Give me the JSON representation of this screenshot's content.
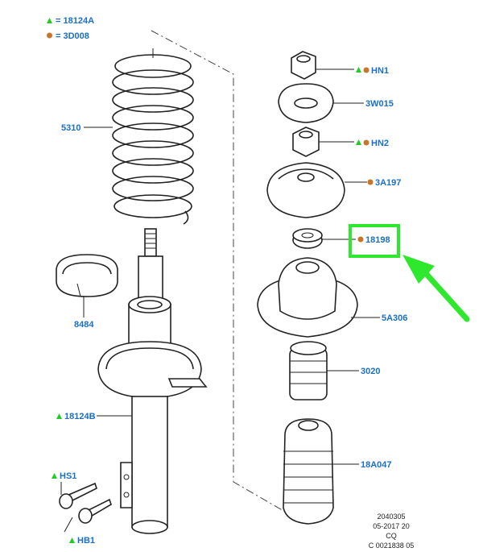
{
  "legend": [
    {
      "marker": "triangle",
      "label": "= 18124A"
    },
    {
      "marker": "dot",
      "label": "= 3D008"
    }
  ],
  "callouts": {
    "hn1": "HN1",
    "w015": "3W015",
    "hn2": "HN2",
    "a197": "3A197",
    "c18198": "18198",
    "c5310": "5310",
    "c8484": "8484",
    "a306": "5A306",
    "c3020": "3020",
    "b18124": "18124B",
    "a047": "18A047",
    "hs1": "HS1",
    "hb1": "HB1"
  },
  "reference": {
    "line1": "2040305",
    "line2": "05-2017 20",
    "line3": "CQ",
    "line4": "C 0021838 05"
  },
  "colors": {
    "label_blue": "#1b6fc7",
    "triangle_green": "#22cc22",
    "dot_orange": "#c8742a",
    "highlight_green": "#2ee82e"
  },
  "highlight": {
    "target": "18198",
    "arrow": "green-arrow-icon"
  }
}
